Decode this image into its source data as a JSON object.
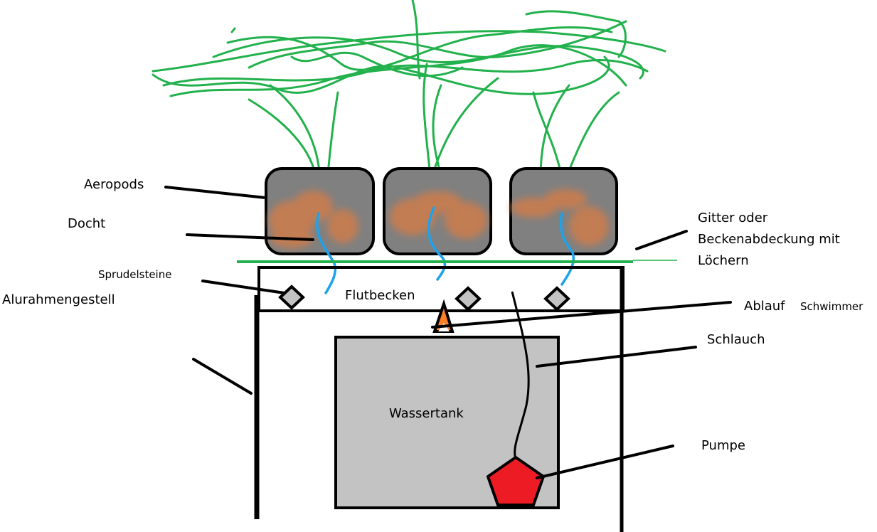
{
  "title": "Aeroponik / Ebbe-Flut Aufbau",
  "colors": {
    "plant": "#22b14c",
    "pod": "#808080",
    "wick": "#1ca3ec",
    "medium": "#c87d50",
    "tank": "#c3c3c3",
    "pump": "#ed1c24",
    "float": "#ff7f27",
    "stone": "#c3c3c3"
  },
  "labels": {
    "aeropods": "Aeropods",
    "docht": "Docht",
    "sprudelsteine": "Sprudelsteine",
    "alurahmengestell": "Alurahmengestell",
    "flutbecken": "Flutbecken",
    "gitter_line1": "Gitter oder",
    "gitter_line2": "Beckenabdeckung mit",
    "gitter_line3": "Löchern",
    "ablauf": "Ablauf",
    "schwimmer": "Schwimmer",
    "schlauch": "Schlauch",
    "wassertank": "Wassertank",
    "pumpe": "Pumpe"
  }
}
